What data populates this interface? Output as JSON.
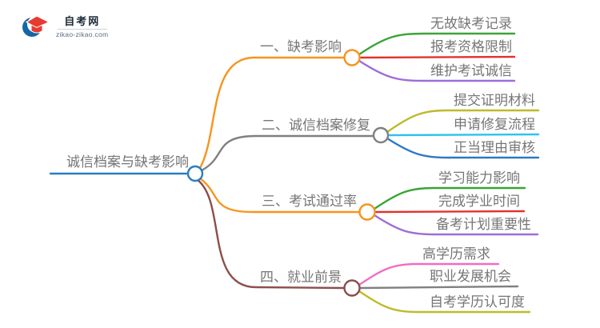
{
  "logo": {
    "site_name": "自考网",
    "site_url": "zikao-zikao.com",
    "crescent_color": "#1566a8",
    "cap_color": "#e73a31"
  },
  "mindmap": {
    "text_color": "#767676",
    "root": {
      "label": "诚信档案与缺考影响",
      "color": "#2b7dc0"
    },
    "branches": [
      {
        "label": "一、缺考影响",
        "color": "#f7941e",
        "children": [
          {
            "label": "无故缺考记录",
            "color": "#3aa437"
          },
          {
            "label": "报考资格限制",
            "color": "#e3312c"
          },
          {
            "label": "维护考试诚信",
            "color": "#a06cd5"
          }
        ]
      },
      {
        "label": "二、诚信档案修复",
        "color": "#808080",
        "children": [
          {
            "label": "提交证明材料",
            "color": "#bdbb2b"
          },
          {
            "label": "申请修复流程",
            "color": "#2fc2ef"
          },
          {
            "label": "正当理由审核",
            "color": "#2e79c4"
          }
        ]
      },
      {
        "label": "三、考试通过率",
        "color": "#f7941e",
        "children": [
          {
            "label": "学习能力影响",
            "color": "#3aa437"
          },
          {
            "label": "完成学业时间",
            "color": "#e3312c"
          },
          {
            "label": "备考计划重要性",
            "color": "#a06cd5"
          }
        ]
      },
      {
        "label": "四、就业前景",
        "color": "#8b4f4d",
        "children": [
          {
            "label": "高学历需求",
            "color": "#ef6ec4"
          },
          {
            "label": "职业发展机会",
            "color": "#808080"
          },
          {
            "label": "自考学历认可度",
            "color": "#bdbb2b"
          }
        ]
      }
    ]
  }
}
